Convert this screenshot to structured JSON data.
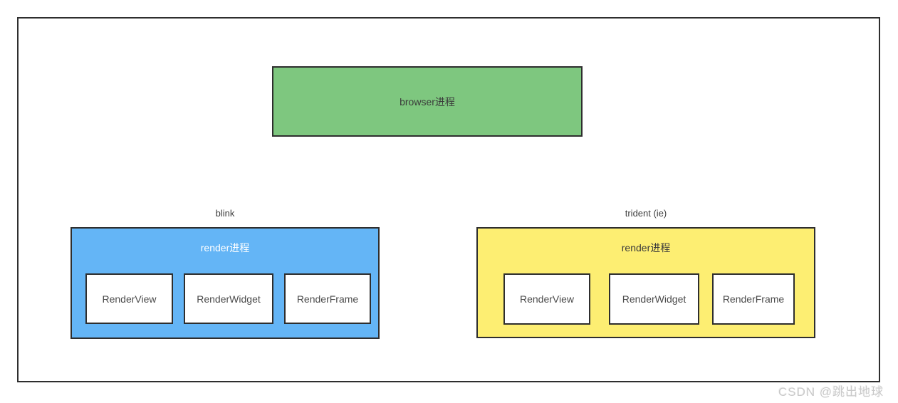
{
  "colors": {
    "frame_border": "#2e2e2e",
    "browser_box_bg": "#7ec77f",
    "blink_box_bg": "#64b5f6",
    "trident_box_bg": "#fdee72",
    "child_box_bg": "#ffffff",
    "watermark_color": "#c9c9c9"
  },
  "browser_box": {
    "label": "browser进程"
  },
  "groups": [
    {
      "engine_label": "blink",
      "process_label": "render进程",
      "children": [
        "RenderView",
        "RenderWidget",
        "RenderFrame"
      ]
    },
    {
      "engine_label": "trident (ie)",
      "process_label": "render进程",
      "children": [
        "RenderView",
        "RenderWidget",
        "RenderFrame"
      ]
    }
  ],
  "watermark": {
    "text": "CSDN @跳出地球"
  }
}
